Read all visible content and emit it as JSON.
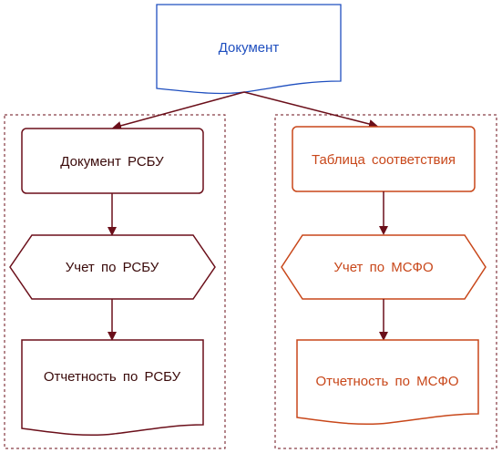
{
  "diagram": {
    "top_document": {
      "label": "Документ"
    },
    "left_column": {
      "step1": "Документ  РСБУ",
      "step2": "Учет по РСБУ",
      "step3": "Отчетность  по РСБУ"
    },
    "right_column": {
      "step1": "Таблица соответствия",
      "step2": "Учет по МСФО",
      "step3": "Отчетность  по МСФО"
    }
  },
  "colors": {
    "top_document_stroke": "#1f4fbf",
    "top_document_text": "#1f4fbf",
    "left_stroke": "#6b0f1a",
    "left_text": "#3a0a0a",
    "right_stroke": "#c8471a",
    "right_text": "#c8471a",
    "dashed_frame": "#6b0f1a",
    "arrows": "#6b0f1a"
  }
}
